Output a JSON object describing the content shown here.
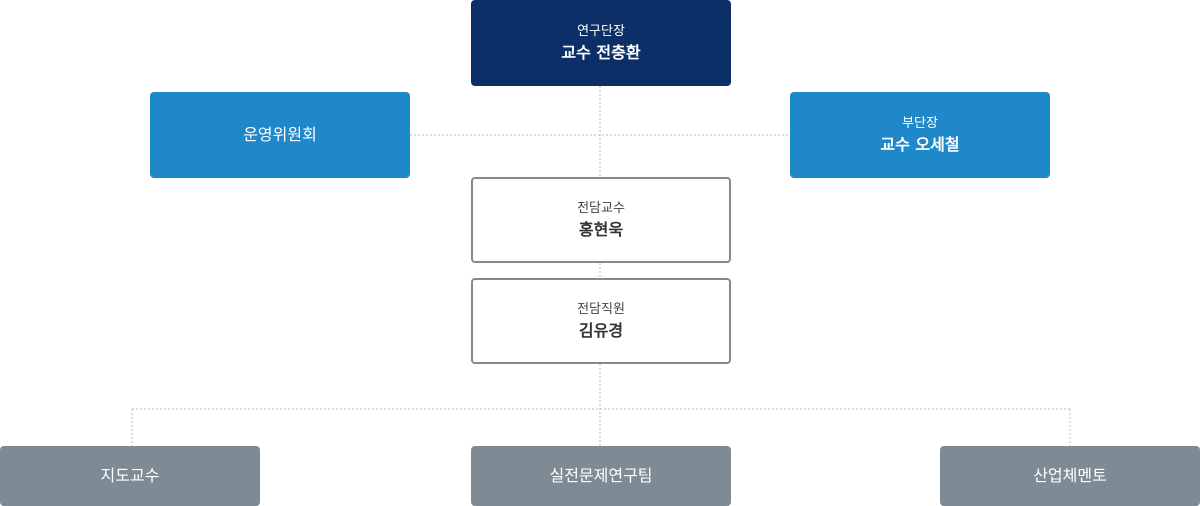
{
  "org_chart": {
    "director": {
      "role": "연구단장",
      "name": "교수 전충환"
    },
    "committee": {
      "label": "운영위원회"
    },
    "deputy": {
      "role": "부단장",
      "name": "교수 오세철"
    },
    "professor": {
      "role": "전담교수",
      "name": "홍현욱"
    },
    "staff": {
      "role": "전담직원",
      "name": "김유경"
    },
    "teams": [
      {
        "label": "지도교수"
      },
      {
        "label": "실전문제연구팀"
      },
      {
        "label": "산업체멘토"
      }
    ]
  },
  "colors": {
    "navy": "#0b2f66",
    "blue": "#1f88c9",
    "gray": "#7e8b94",
    "connector": "#c4c8cc"
  }
}
